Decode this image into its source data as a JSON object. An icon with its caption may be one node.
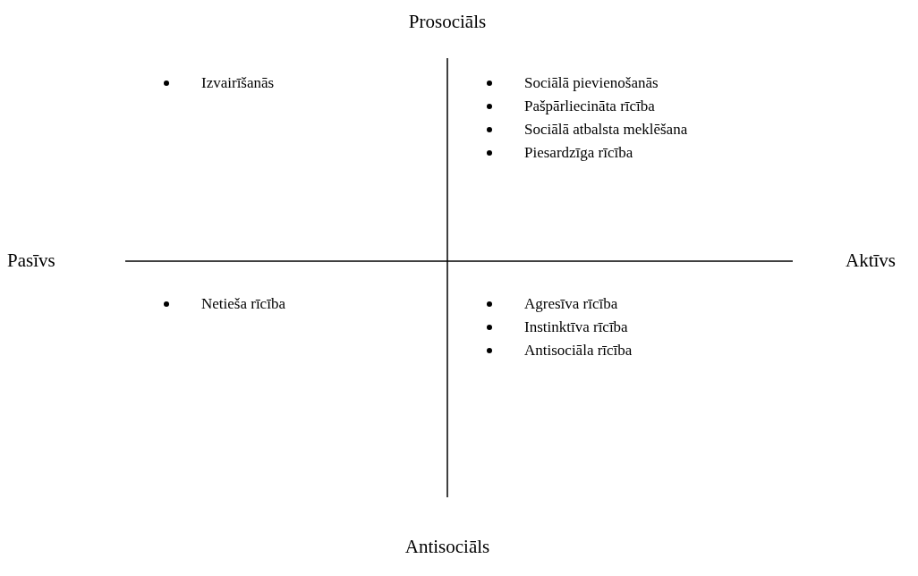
{
  "diagram": {
    "labels": [
      "Prosociāls",
      "Izvairīšanās",
      "Sociālā pievienošanās",
      "Pašpārliecināta rīcība",
      "Sociālā atbalsta meklēšana",
      "Piesardzīga rīcība",
      "Pasīvs",
      "Aktīvs",
      "Netieša rīcība",
      "Agresīva rīcība",
      "Instinktīva rīcība",
      "Antisociāla rīcība",
      "Antisociāls"
    ]
  }
}
